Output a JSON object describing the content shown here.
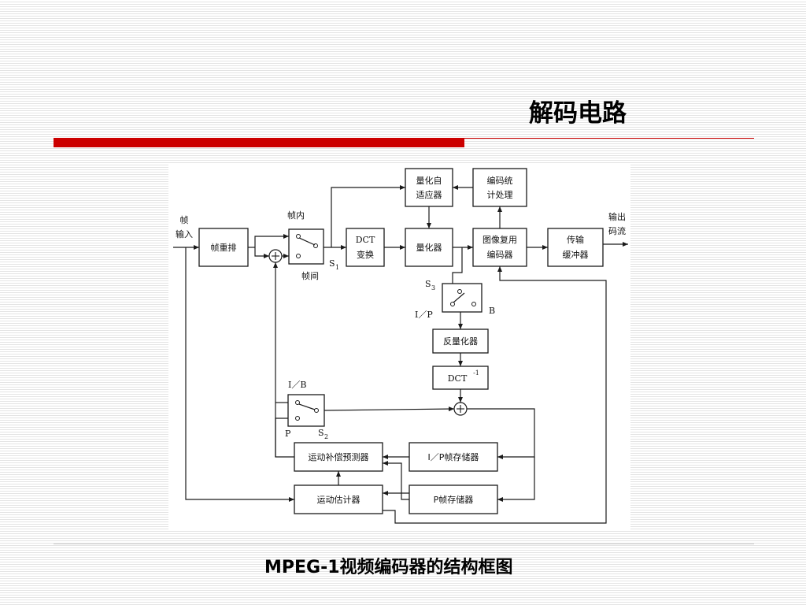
{
  "slide": {
    "title": "解码电路",
    "caption_latin": "MPEG-1",
    "caption_cjk": "视频编码器的结构框图"
  },
  "diagram": {
    "blocks": {
      "reorder": "帧重排",
      "dct": [
        "DCT",
        "变换"
      ],
      "quantizer": "量化器",
      "adaptive": [
        "量化自",
        "适应器"
      ],
      "stats": [
        "编码统",
        "计处理"
      ],
      "mux": [
        "图像复用",
        "编码器"
      ],
      "buffer": [
        "传输",
        "缓冲器"
      ],
      "dequant": "反量化器",
      "idct": "DCT",
      "idct_sup": "-1",
      "mc_pred": "运动补偿预测器",
      "ip_store": "I／P帧存储器",
      "me": "运动估计器",
      "p_store": "P帧存储器"
    },
    "labels": {
      "frame_in": [
        "帧",
        "输入"
      ],
      "stream_out": [
        "输出",
        "码流"
      ],
      "intra": "帧内",
      "inter": "帧间",
      "s1": "S",
      "s1_sub": "1",
      "s3": "S",
      "s3_sub": "3",
      "s2": "S",
      "s2_sub": "2",
      "ip": "I／P",
      "b": "B",
      "ib": "I／B",
      "p": "P"
    }
  },
  "colors": {
    "accent_red": "#cc0000"
  }
}
